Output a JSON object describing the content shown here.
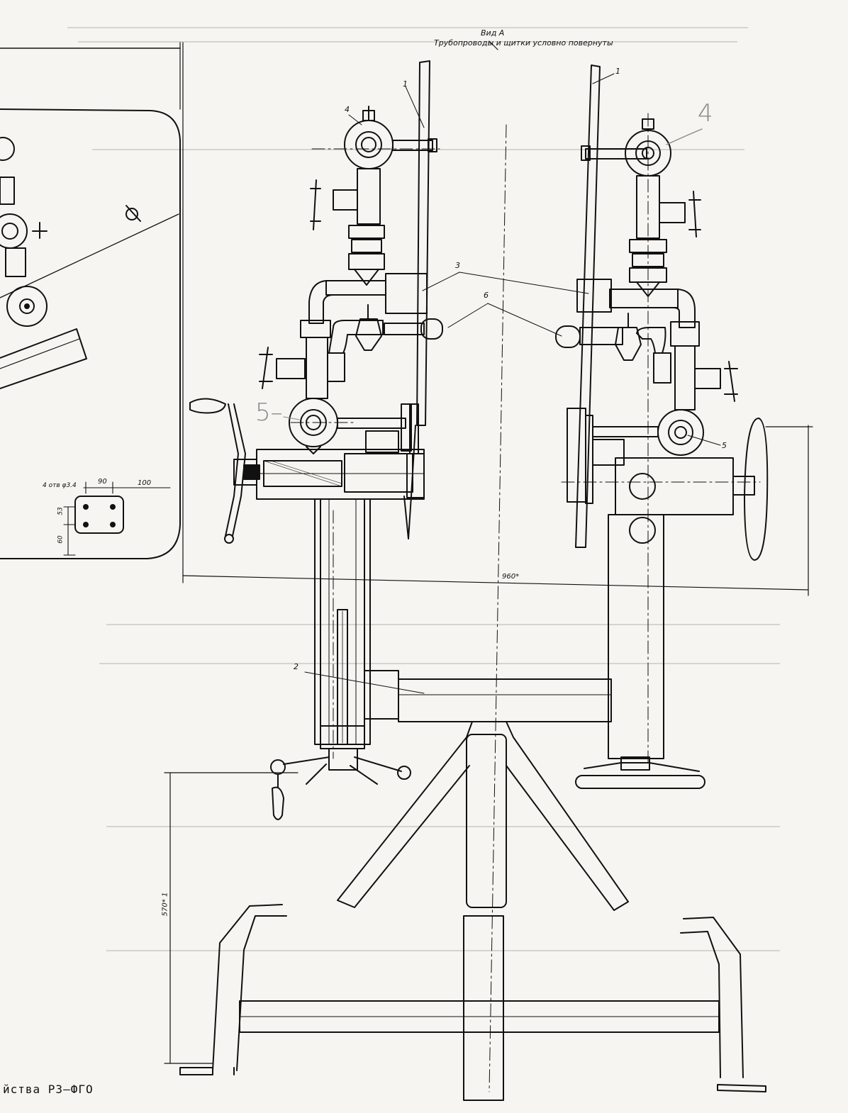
{
  "header": {
    "view": "Вид А",
    "note": "Трубопроводы и щитки условно повернуты"
  },
  "callouts": {
    "c1_left": "1",
    "c1_right": "1",
    "c2": "2",
    "c3": "3",
    "c4": "4",
    "c4_hand": "4",
    "c5": "5",
    "c5_hand": "5–",
    "c6": "6"
  },
  "dimensions": {
    "holes": "4 отв φ3.4",
    "d90": "90",
    "d100": "100",
    "d53": "53",
    "d60": "60",
    "d960": "960*",
    "d570": "570* 1"
  },
  "footer": {
    "text": "йства РЗ–ФГО"
  }
}
